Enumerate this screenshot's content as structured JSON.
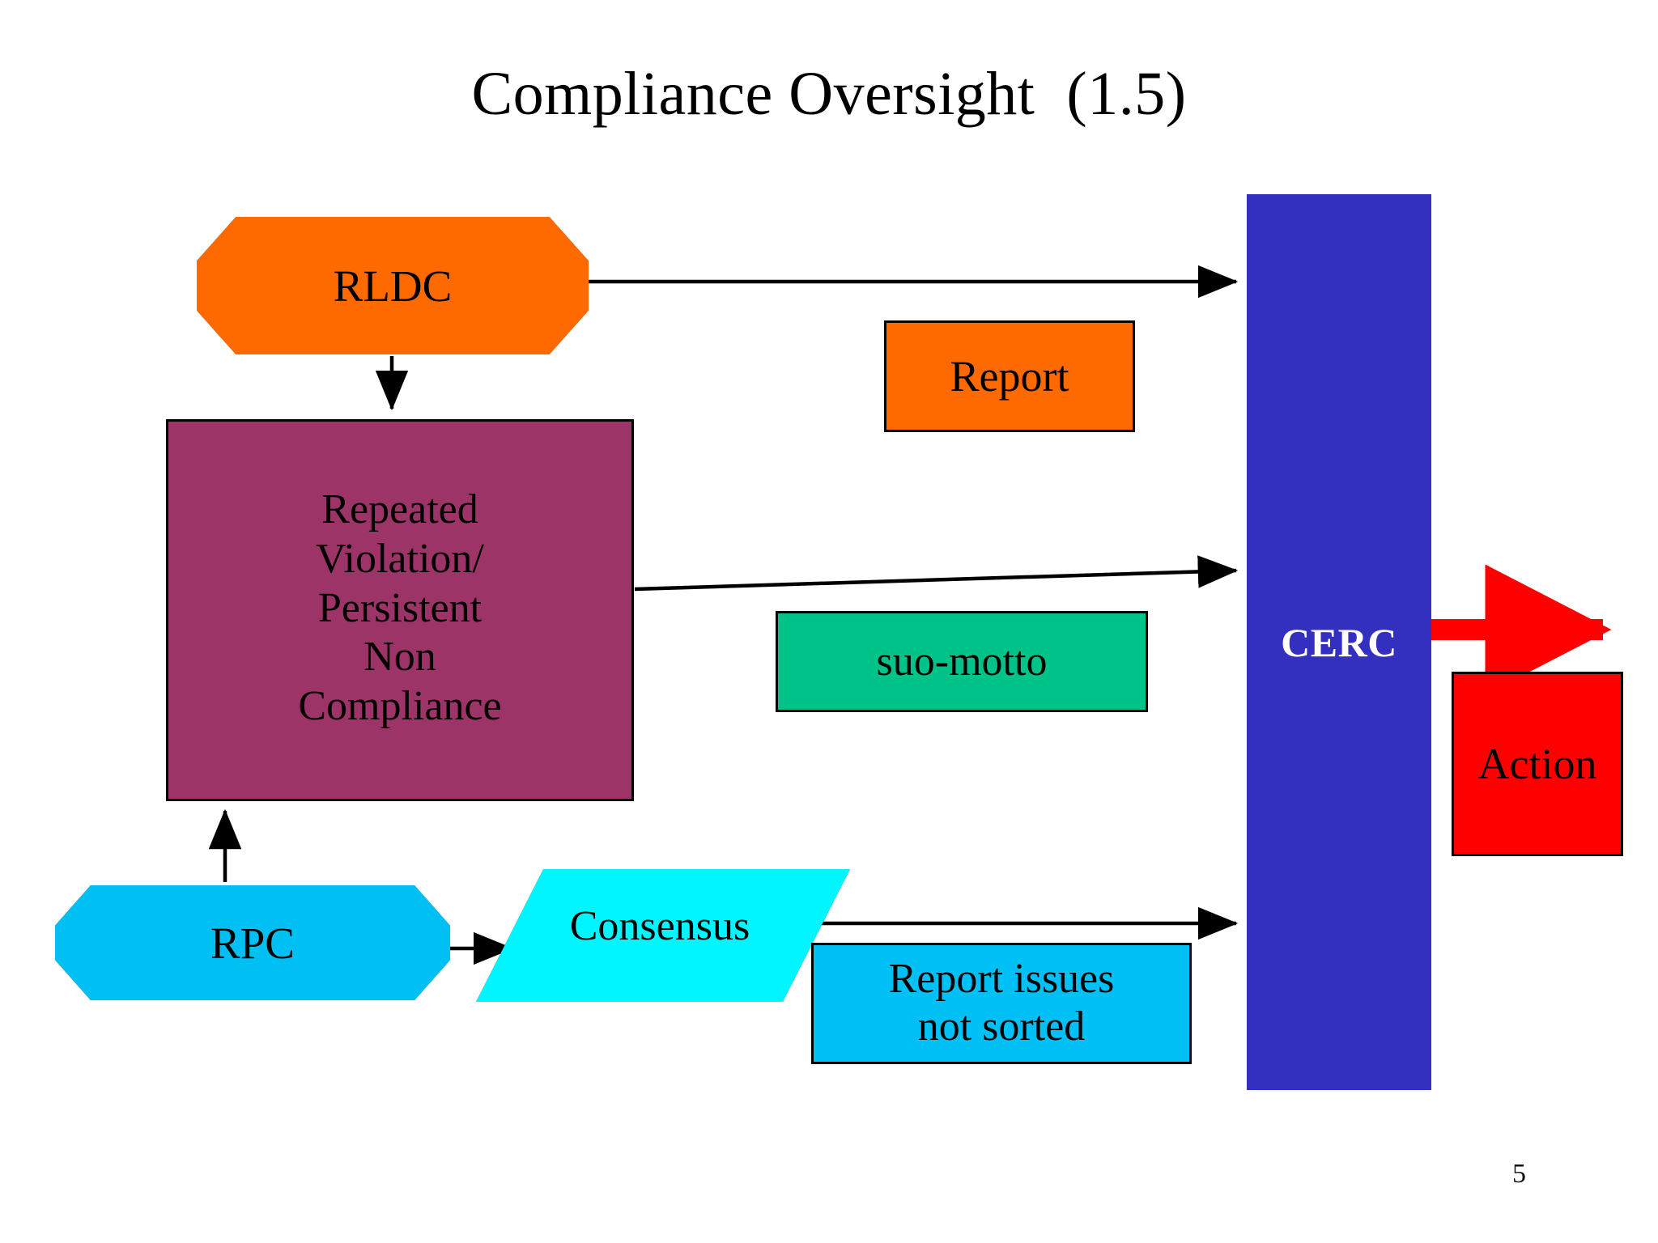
{
  "slide": {
    "title": "Compliance Oversight  (1.5)",
    "page_number": "5",
    "background": "#ffffff"
  },
  "nodes": {
    "rldc": {
      "label": "RLDC",
      "shape": "octagon",
      "color": "#ff6a00"
    },
    "violation": {
      "label": "Repeated\nViolation/\nPersistent\nNon\nCompliance",
      "shape": "rectangle",
      "color": "#9c3468"
    },
    "report": {
      "label": "Report",
      "shape": "rectangle",
      "color": "#ff6a00"
    },
    "suo_motto": {
      "label": "suo-motto",
      "shape": "rectangle",
      "color": "#00c389"
    },
    "cerc": {
      "label": "CERC",
      "shape": "vertical-bar",
      "color": "#3430bf",
      "text_color": "#ffffff"
    },
    "action": {
      "label": "Action",
      "shape": "rectangle",
      "color": "#fe0000"
    },
    "rpc": {
      "label": "RPC",
      "shape": "octagon",
      "color": "#00bff3"
    },
    "consensus": {
      "label": "Consensus",
      "shape": "parallelogram",
      "color": "#00f6ff"
    },
    "report_issues": {
      "label": "Report issues\nnot sorted",
      "shape": "rectangle",
      "color": "#00c0f5"
    }
  },
  "violation_lines": [
    "Repeated",
    "Violation/",
    "Persistent",
    "Non",
    "Compliance"
  ],
  "report_issues_lines": [
    "Report issues",
    "not sorted"
  ],
  "connectors": [
    {
      "name": "rldc-to-cerc",
      "from": "rldc",
      "to": "cerc",
      "color": "#000000",
      "style": "arrow"
    },
    {
      "name": "rldc-to-violation",
      "from": "rldc",
      "to": "violation",
      "color": "#000000",
      "style": "arrow"
    },
    {
      "name": "violation-to-cerc",
      "from": "violation",
      "to": "cerc",
      "color": "#000000",
      "style": "arrow"
    },
    {
      "name": "rpc-to-violation",
      "from": "rpc",
      "to": "violation",
      "color": "#000000",
      "style": "arrow"
    },
    {
      "name": "rpc-to-consensus",
      "from": "rpc",
      "to": "consensus",
      "color": "#000000",
      "style": "arrow"
    },
    {
      "name": "consensus-to-cerc",
      "from": "consensus",
      "to": "cerc",
      "color": "#000000",
      "style": "arrow"
    },
    {
      "name": "cerc-to-action",
      "from": "cerc",
      "to": "action",
      "color": "#ff0000",
      "style": "thick-arrow"
    }
  ]
}
